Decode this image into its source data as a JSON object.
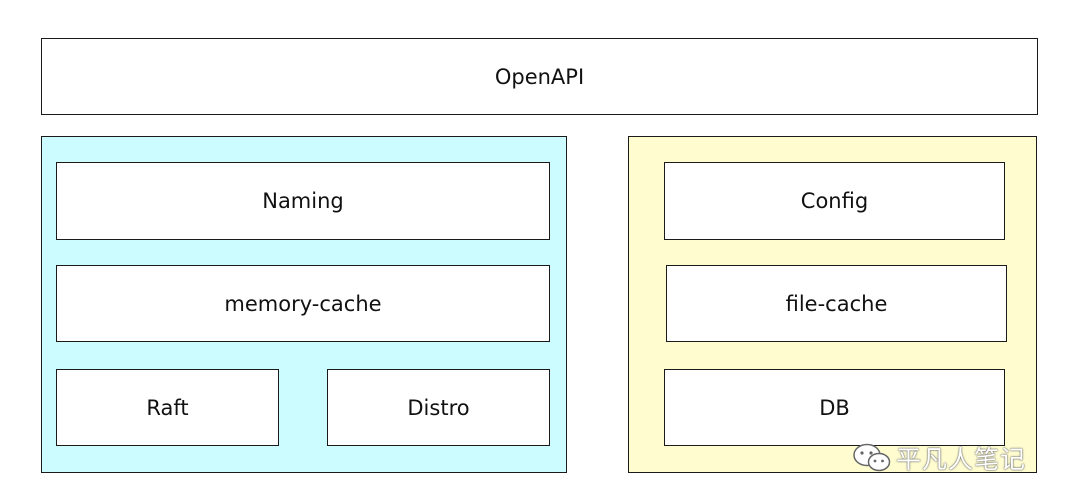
{
  "diagram": {
    "top_layer": {
      "label": "OpenAPI"
    },
    "naming_group": {
      "fill": "#ccfcff",
      "naming": "Naming",
      "memory_cache": "memory-cache",
      "raft": "Raft",
      "distro": "Distro"
    },
    "config_group": {
      "fill": "#fffdd0",
      "config": "Config",
      "file_cache": "file-cache",
      "db": "DB"
    }
  },
  "watermark": {
    "icon": "wechat-icon",
    "text": "平凡人笔记"
  }
}
